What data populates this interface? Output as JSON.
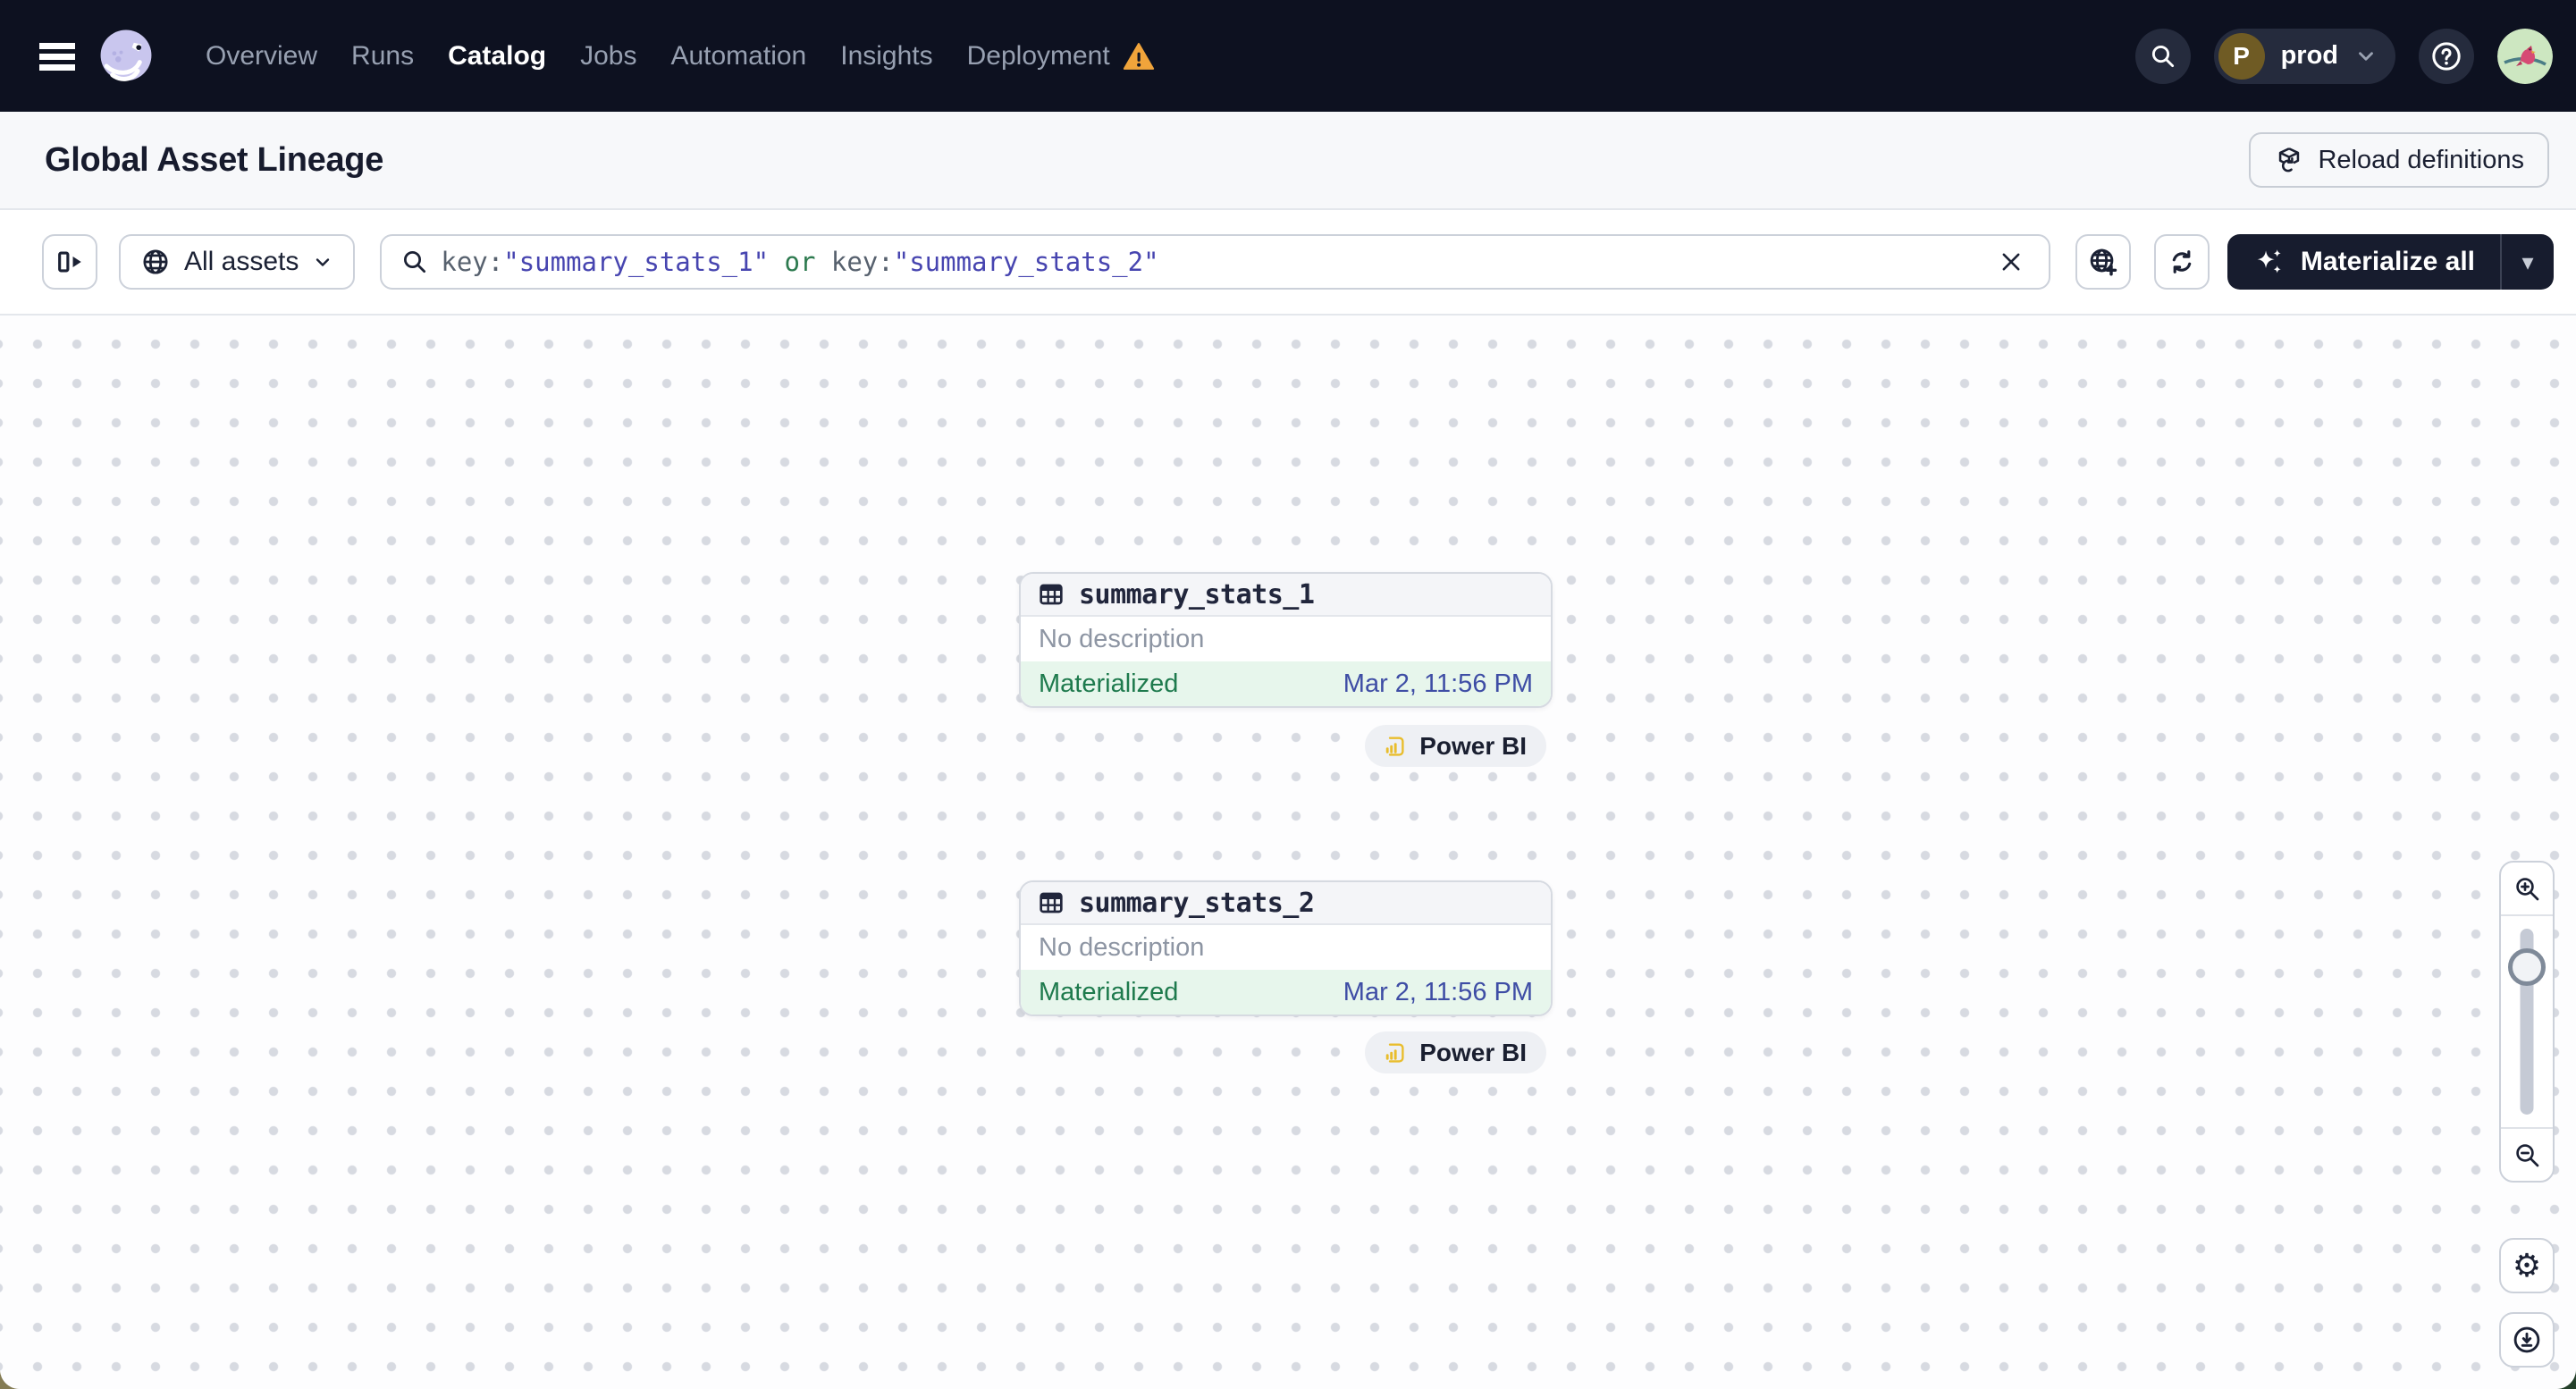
{
  "colors": {
    "navbar_bg": "#0d1120",
    "accent_dark_button": "#171c2e",
    "status_green_text": "#1e7a4d",
    "status_green_bg": "#e7f6ec",
    "timestamp_blue": "#3e4da5",
    "query_key_gray": "#57616e",
    "query_string_indigo": "#4745b0",
    "query_operator_green": "#2d7a4f",
    "warning_orange": "#f0a43b",
    "powerbi_yellow": "#e9bd2c"
  },
  "navbar": {
    "items": [
      {
        "label": "Overview"
      },
      {
        "label": "Runs"
      },
      {
        "label": "Catalog"
      },
      {
        "label": "Jobs"
      },
      {
        "label": "Automation"
      },
      {
        "label": "Insights"
      },
      {
        "label": "Deployment"
      }
    ],
    "active_item": "Catalog",
    "env": {
      "initial": "P",
      "name": "prod"
    }
  },
  "page": {
    "title": "Global Asset Lineage",
    "reload_button_label": "Reload definitions"
  },
  "toolbar": {
    "asset_filter_label": "All assets",
    "search_tokens": [
      {
        "text": "key:",
        "type": "key"
      },
      {
        "text": "\"summary_stats_1\"",
        "type": "string"
      },
      {
        "text": " or ",
        "type": "operator"
      },
      {
        "text": "key:",
        "type": "key"
      },
      {
        "text": "\"summary_stats_2\"",
        "type": "string"
      }
    ],
    "materialize_label": "Materialize all"
  },
  "graph": {
    "assets": [
      {
        "name": "summary_stats_1",
        "description": "No description",
        "status": "Materialized",
        "materialized_at": "Mar 2, 11:56 PM",
        "tag": "Power BI"
      },
      {
        "name": "summary_stats_2",
        "description": "No description",
        "status": "Materialized",
        "materialized_at": "Mar 2, 11:56 PM",
        "tag": "Power BI"
      }
    ]
  },
  "icons": {
    "caret_down": "▾",
    "gear": "⚙"
  }
}
